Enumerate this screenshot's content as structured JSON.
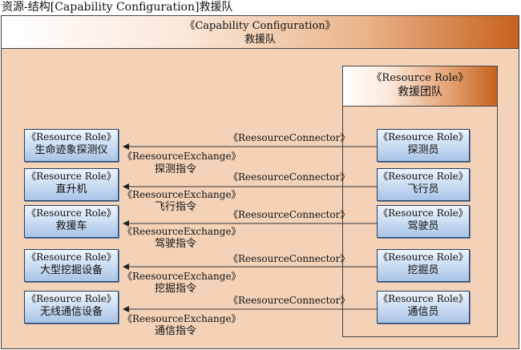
{
  "frame_title": "资源-结构[Capability Configuration]救援队",
  "config": {
    "stereotype": "《Capability Configuration》",
    "name": "救援队"
  },
  "team": {
    "stereotype": "《Resource Role》",
    "name": "救援团队"
  },
  "members": [
    {
      "stereotype": "《Resource Role》",
      "name": "探测员"
    },
    {
      "stereotype": "《Resource Role》",
      "name": "飞行员"
    },
    {
      "stereotype": "《Resource Role》",
      "name": "驾驶员"
    },
    {
      "stereotype": "《Resource Role》",
      "name": "挖掘员"
    },
    {
      "stereotype": "《Resource Role》",
      "name": "通信员"
    }
  ],
  "equipment": [
    {
      "stereotype": "《Resource Role》",
      "name": "生命迹象探测仪"
    },
    {
      "stereotype": "《Resource Role》",
      "name": "直升机"
    },
    {
      "stereotype": "《Resource Role》",
      "name": "救援车"
    },
    {
      "stereotype": "《Resource Role》",
      "name": "大型挖掘设备"
    },
    {
      "stereotype": "《Resource Role》",
      "name": "无线通信设备"
    }
  ],
  "connectors": [
    {
      "connector": "《ReesourceConnector》",
      "exchange": "《ReesourceExchange》",
      "command": "探测指令"
    },
    {
      "connector": "《ReesourceConnector》",
      "exchange": "《ReesourceExchange》",
      "command": "飞行指令"
    },
    {
      "connector": "《ReesourceConnector》",
      "exchange": "《ReesourceExchange》",
      "command": "驾驶指令"
    },
    {
      "connector": "《ReesourceConnector》",
      "exchange": "《ReesourceExchange》",
      "command": "挖掘指令"
    },
    {
      "connector": "《ReesourceConnector》",
      "exchange": "《ReesourceExchange》",
      "command": "通信指令"
    }
  ]
}
